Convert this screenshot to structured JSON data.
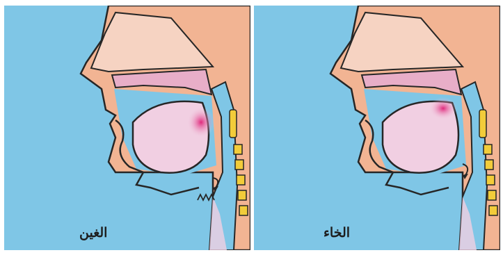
{
  "panels": [
    {
      "caption": "الغين"
    },
    {
      "caption": "الخاء"
    }
  ],
  "colors": {
    "background": "#7fc6e6",
    "skin": "#f2b493",
    "nasal_cavity": "#f6d3c2",
    "palate": "#e8aec8",
    "tongue": "#f1cfe2",
    "articulation_point": "#e0287c",
    "vertebrae": "#f2cc3a",
    "outline": "#262626"
  },
  "icons": [
    "sagittal-head-section",
    "articulation-highlight",
    "airflow-arrow",
    "vibration-zigzag"
  ]
}
